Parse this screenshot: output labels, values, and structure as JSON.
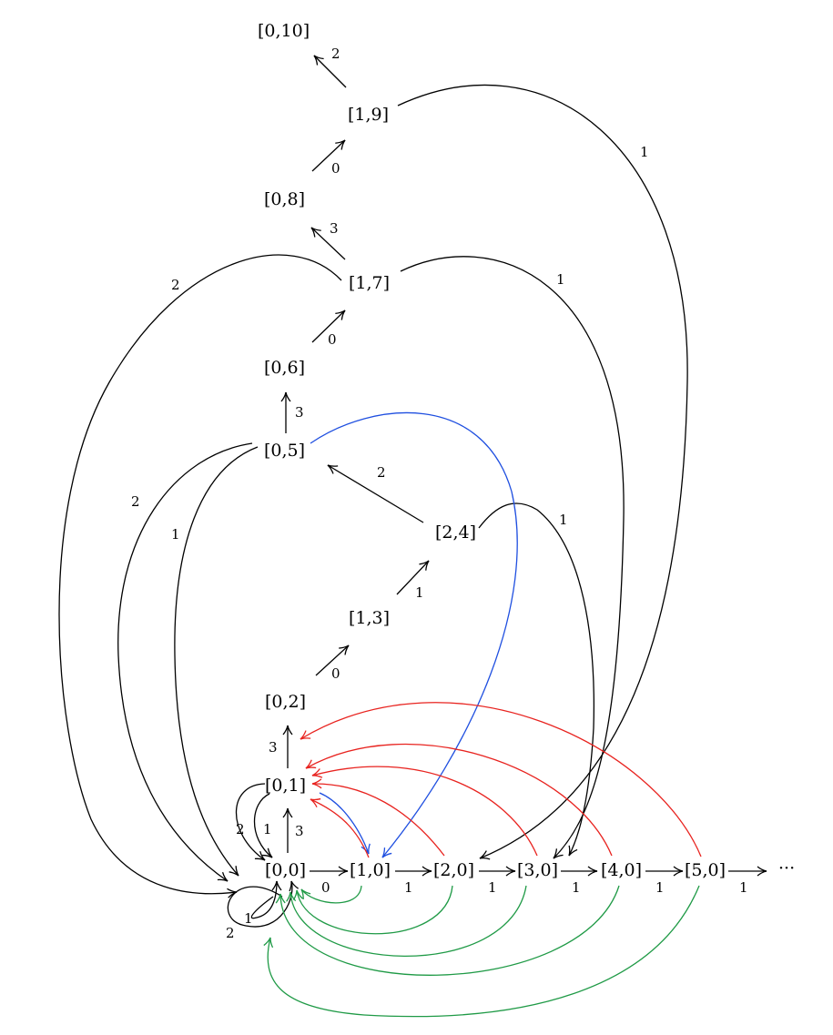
{
  "colors": {
    "black": "#000000",
    "red": "#e8231f",
    "blue": "#1f4fe0",
    "green": "#1f9a46"
  },
  "nodes": {
    "n0_10": "[0,10]",
    "n1_9": "[1,9]",
    "n0_8": "[0,8]",
    "n1_7": "[1,7]",
    "n0_6": "[0,6]",
    "n0_5": "[0,5]",
    "n2_4": "[2,4]",
    "n1_3": "[1,3]",
    "n0_2": "[0,2]",
    "n0_1": "[0,1]",
    "n0_0": "[0,0]",
    "n1_0": "[1,0]",
    "n2_0": "[2,0]",
    "n3_0": "[3,0]",
    "n4_0": "[4,0]",
    "n5_0": "[5,0]",
    "ellipsis": "···"
  },
  "labels": {
    "e1_9_0_10": "2",
    "e0_8_1_9": "0",
    "e1_9_2_0": "1",
    "e1_7_0_8": "3",
    "e1_7_0_0": "2",
    "e1_7_3_0": "1",
    "e0_6_1_7": "0",
    "e0_5_0_6": "3",
    "e2_4_0_5": "2",
    "e0_5_0_0_a": "2",
    "e0_5_0_0_b": "1",
    "e2_4_4_0": "1",
    "e1_3_2_4": "1",
    "e0_2_1_3": "0",
    "e0_1_0_2": "3",
    "e0_0_0_1": "3",
    "e0_1_0_0_a": "2",
    "e0_1_0_0_b": "1",
    "loop_inner": "1",
    "loop_outer": "2",
    "e0_0_1_0": "0",
    "e1_0_2_0": "1",
    "e2_0_3_0": "1",
    "e3_0_4_0": "1",
    "e4_0_5_0": "1",
    "e5_0_more": "1"
  }
}
